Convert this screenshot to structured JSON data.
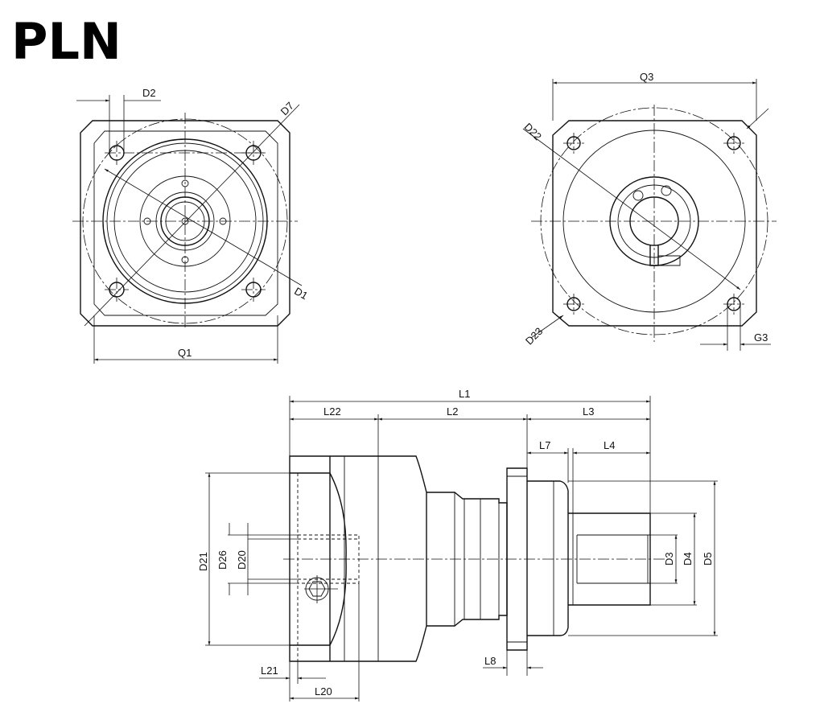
{
  "title": "PLN",
  "front_view": {
    "labels": {
      "d2": "D2",
      "d7": "D7",
      "d1": "D1",
      "q1": "Q1"
    }
  },
  "rear_view": {
    "labels": {
      "q3": "Q3",
      "d22": "D22",
      "d23": "D23",
      "g3": "G3"
    }
  },
  "side_view": {
    "labels": {
      "l1": "L1",
      "l22": "L22",
      "l2": "L2",
      "l3": "L3",
      "l7": "L7",
      "l4": "L4",
      "d21": "D21",
      "d26": "D26",
      "d20": "D20",
      "d3": "D3",
      "d4": "D4",
      "d5": "D5",
      "l21": "L21",
      "l20": "L20",
      "l8": "L8"
    }
  }
}
